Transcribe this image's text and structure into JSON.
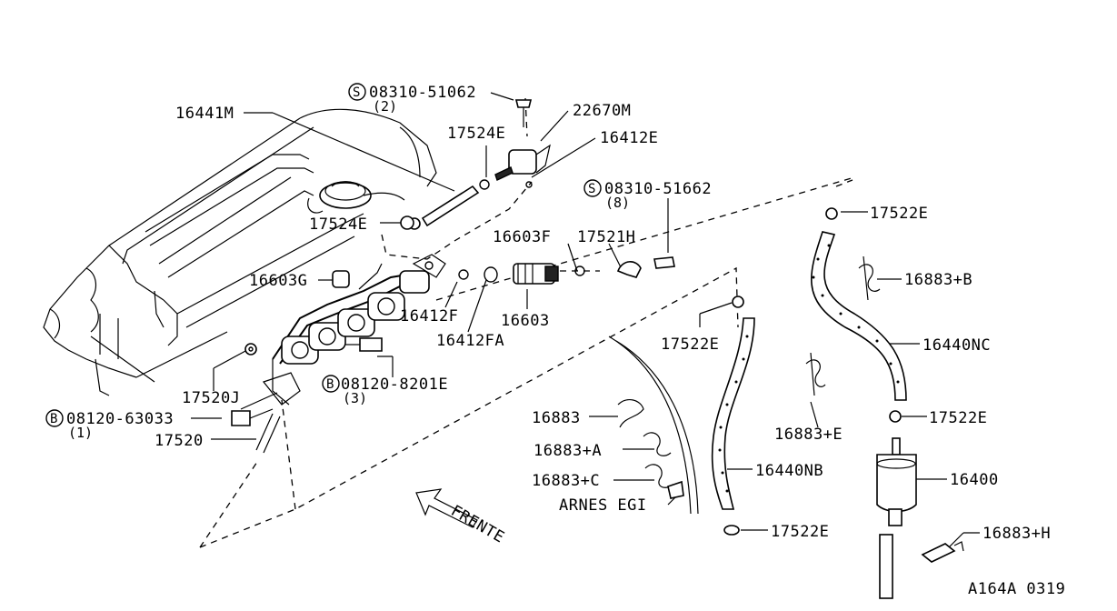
{
  "labels": {
    "p16441M": "16441M",
    "p08310_51062": "08310-51062",
    "p08310_51062_qty": "(2)",
    "p22670M": "22670M",
    "p17524E_top": "17524E",
    "p16412E": "16412E",
    "p08310_51662": "08310-51662",
    "p08310_51662_qty": "(8)",
    "p17522E_1": "17522E",
    "p17524E_mid": "17524E",
    "p16603F": "16603F",
    "p17521H": "17521H",
    "p16883B": "16883+B",
    "p16603G": "16603G",
    "p16412F": "16412F",
    "p16603": "16603",
    "p16412FA": "16412FA",
    "p17522E_2": "17522E",
    "p16440NC": "16440NC",
    "p17520J": "17520J",
    "p08120_8201E": "08120-8201E",
    "p08120_8201E_qty": "(3)",
    "p08120_63033": "08120-63033",
    "p08120_63033_qty": "(1)",
    "p16883": "16883",
    "p16883E": "16883+E",
    "p17522E_3": "17522E",
    "p17520": "17520",
    "p16883A": "16883+A",
    "p16440NB": "16440NB",
    "p16883C": "16883+C",
    "p16400": "16400",
    "arnes": "ARNES EGI",
    "frente": "FRENTE",
    "p17522E_4": "17522E",
    "p16883H": "16883+H",
    "code": "A164A 0319"
  },
  "symbols": {
    "screw": "S",
    "bolt": "B"
  }
}
